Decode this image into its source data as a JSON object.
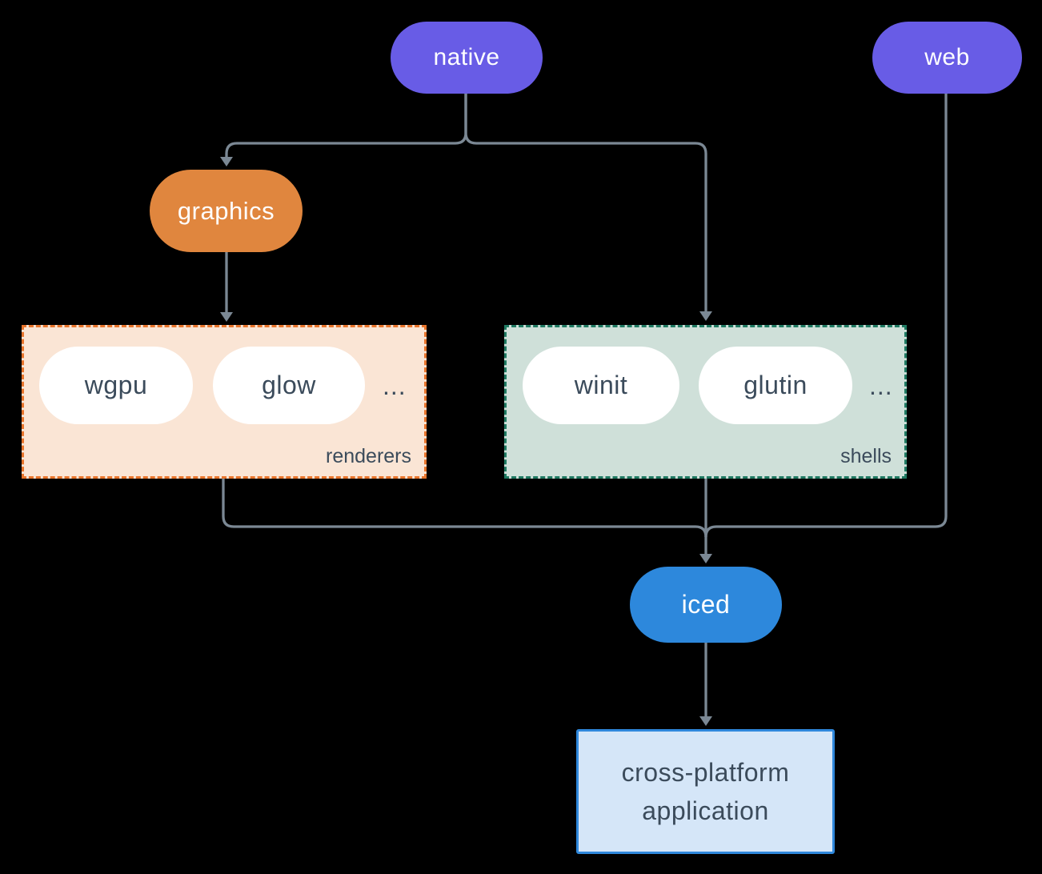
{
  "nodes": {
    "native": {
      "label": "native"
    },
    "web": {
      "label": "web"
    },
    "graphics": {
      "label": "graphics"
    },
    "wgpu": {
      "label": "wgpu"
    },
    "glow": {
      "label": "glow"
    },
    "winit": {
      "label": "winit"
    },
    "glutin": {
      "label": "glutin"
    },
    "iced": {
      "label": "iced"
    },
    "application": {
      "line1": "cross-platform",
      "line2": "application"
    }
  },
  "groups": {
    "renderers": {
      "label": "renderers",
      "ellipsis": "..."
    },
    "shells": {
      "label": "shells",
      "ellipsis": "..."
    }
  },
  "colors": {
    "background": "#000000",
    "platform_pill": "#685ce6",
    "graphics_pill": "#e0863e",
    "renderers_fill": "#fae5d5",
    "renderers_border": "#e8752c",
    "shells_fill": "#cfe0d9",
    "shells_border": "#1f7a62",
    "iced_pill": "#2d88dc",
    "application_fill": "#d5e6f8",
    "application_border": "#2f88dc",
    "white_pill_fill": "#ffffff",
    "dark_text": "#3b4b5b",
    "pill_text": "#ffffff",
    "connector": "#7b8894"
  }
}
